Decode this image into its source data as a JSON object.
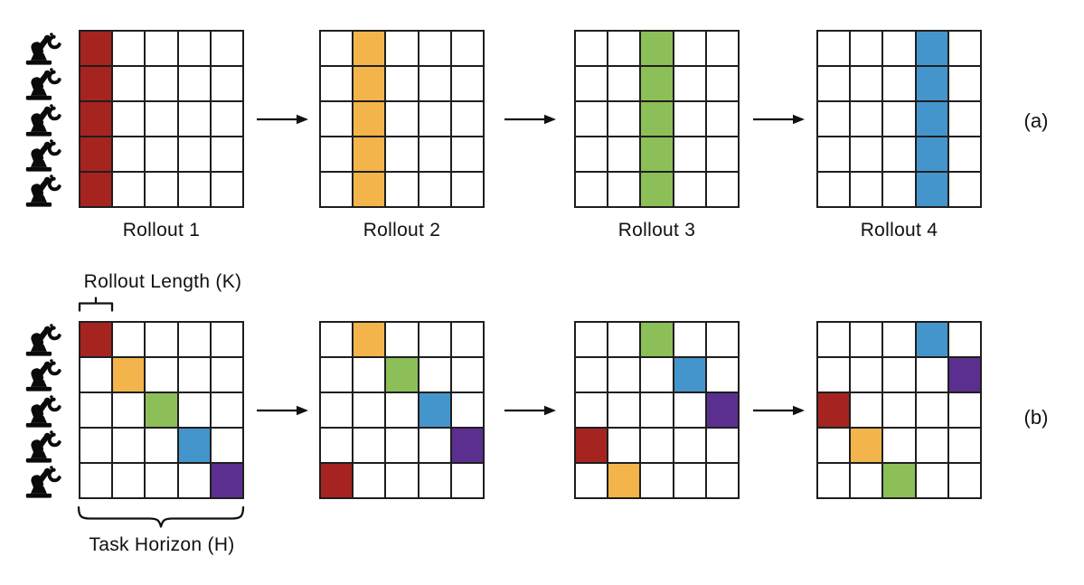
{
  "figure": {
    "palette": {
      "red": "#A62420",
      "orange": "#F2B44B",
      "green": "#8CBF57",
      "blue": "#4495CC",
      "purple": "#5B2F8F"
    },
    "grid": {
      "rows": 5,
      "cols": 5,
      "line_color": "#1E1E1E",
      "cell_color": "#FFFFFF"
    },
    "panel_a": {
      "tag": "(a)",
      "robots": 5,
      "grids": [
        {
          "label": "Rollout 1",
          "fill_type": "column",
          "column": 0,
          "color": "red"
        },
        {
          "label": "Rollout 2",
          "fill_type": "column",
          "column": 1,
          "color": "orange"
        },
        {
          "label": "Rollout 3",
          "fill_type": "column",
          "column": 2,
          "color": "green"
        },
        {
          "label": "Rollout 4",
          "fill_type": "column",
          "column": 3,
          "color": "blue"
        }
      ]
    },
    "panel_b": {
      "tag": "(b)",
      "robots": 5,
      "rollout_length_label": "Rollout Length (K)",
      "task_horizon_label": "Task Horizon (H)",
      "grids": [
        {
          "cells": [
            {
              "row": 0,
              "col": 0,
              "color": "red"
            },
            {
              "row": 1,
              "col": 1,
              "color": "orange"
            },
            {
              "row": 2,
              "col": 2,
              "color": "green"
            },
            {
              "row": 3,
              "col": 3,
              "color": "blue"
            },
            {
              "row": 4,
              "col": 4,
              "color": "purple"
            }
          ]
        },
        {
          "cells": [
            {
              "row": 0,
              "col": 1,
              "color": "orange"
            },
            {
              "row": 1,
              "col": 2,
              "color": "green"
            },
            {
              "row": 2,
              "col": 3,
              "color": "blue"
            },
            {
              "row": 3,
              "col": 4,
              "color": "purple"
            },
            {
              "row": 4,
              "col": 0,
              "color": "red"
            }
          ]
        },
        {
          "cells": [
            {
              "row": 0,
              "col": 2,
              "color": "green"
            },
            {
              "row": 1,
              "col": 3,
              "color": "blue"
            },
            {
              "row": 2,
              "col": 4,
              "color": "purple"
            },
            {
              "row": 3,
              "col": 0,
              "color": "red"
            },
            {
              "row": 4,
              "col": 1,
              "color": "orange"
            }
          ]
        },
        {
          "cells": [
            {
              "row": 0,
              "col": 3,
              "color": "blue"
            },
            {
              "row": 1,
              "col": 4,
              "color": "purple"
            },
            {
              "row": 2,
              "col": 0,
              "color": "red"
            },
            {
              "row": 3,
              "col": 1,
              "color": "orange"
            },
            {
              "row": 4,
              "col": 2,
              "color": "green"
            }
          ]
        }
      ]
    },
    "icons": {
      "robot": "robot-arm-icon",
      "arrow": "right-arrow-icon"
    }
  }
}
